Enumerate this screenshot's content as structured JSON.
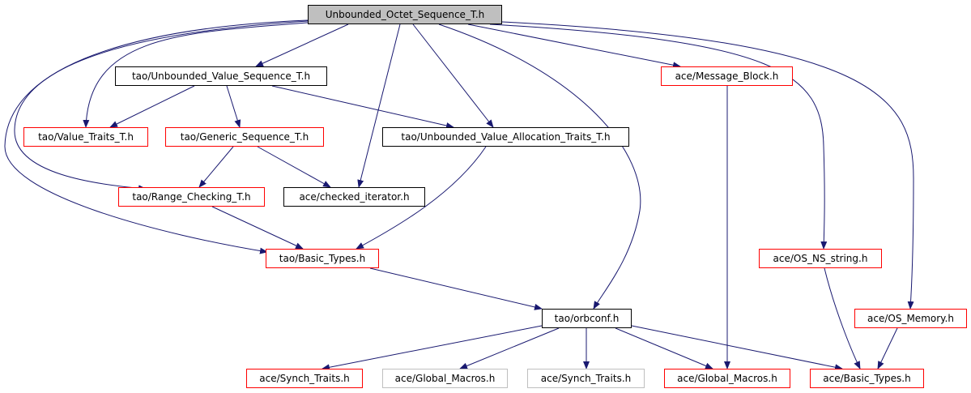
{
  "colors": {
    "edge": "#191970",
    "root_fill": "#bfbfbf",
    "plain_border": "#000000",
    "incomplete_border": "#ff0000",
    "external_border": "#bfbfbf"
  },
  "nodes": [
    {
      "id": "unbounded-octet-sequence",
      "label": "Unbounded_Octet_Sequence_T.h",
      "style": "root"
    },
    {
      "id": "tao-unbounded-value-sequence",
      "label": "tao/Unbounded_Value_Sequence_T.h",
      "style": "plain"
    },
    {
      "id": "ace-message-block",
      "label": "ace/Message_Block.h",
      "style": "red"
    },
    {
      "id": "tao-value-traits",
      "label": "tao/Value_Traits_T.h",
      "style": "red"
    },
    {
      "id": "tao-generic-sequence",
      "label": "tao/Generic_Sequence_T.h",
      "style": "red"
    },
    {
      "id": "tao-unbounded-value-allocation-traits",
      "label": "tao/Unbounded_Value_Allocation_Traits_T.h",
      "style": "plain"
    },
    {
      "id": "tao-range-checking",
      "label": "tao/Range_Checking_T.h",
      "style": "red"
    },
    {
      "id": "ace-checked-iterator",
      "label": "ace/checked_iterator.h",
      "style": "plain"
    },
    {
      "id": "tao-basic-types",
      "label": "tao/Basic_Types.h",
      "style": "red"
    },
    {
      "id": "ace-os-ns-string",
      "label": "ace/OS_NS_string.h",
      "style": "red"
    },
    {
      "id": "ace-os-memory",
      "label": "ace/OS_Memory.h",
      "style": "red"
    },
    {
      "id": "tao-orbconf",
      "label": "tao/orbconf.h",
      "style": "plain"
    },
    {
      "id": "ace-synch-traits-red",
      "label": "ace/Synch_Traits.h",
      "style": "red"
    },
    {
      "id": "ace-global-macros-gray",
      "label": "ace/Global_Macros.h",
      "style": "gray"
    },
    {
      "id": "ace-synch-traits-gray",
      "label": "ace/Synch_Traits.h",
      "style": "gray"
    },
    {
      "id": "ace-global-macros-red",
      "label": "ace/Global_Macros.h",
      "style": "red"
    },
    {
      "id": "ace-basic-types",
      "label": "ace/Basic_Types.h",
      "style": "red"
    }
  ],
  "edges": [
    {
      "from": "unbounded-octet-sequence",
      "to": "tao-unbounded-value-sequence"
    },
    {
      "from": "unbounded-octet-sequence",
      "to": "tao-value-traits"
    },
    {
      "from": "unbounded-octet-sequence",
      "to": "tao-range-checking"
    },
    {
      "from": "unbounded-octet-sequence",
      "to": "tao-basic-types"
    },
    {
      "from": "unbounded-octet-sequence",
      "to": "ace-checked-iterator"
    },
    {
      "from": "unbounded-octet-sequence",
      "to": "tao-unbounded-value-allocation-traits"
    },
    {
      "from": "unbounded-octet-sequence",
      "to": "tao-orbconf"
    },
    {
      "from": "unbounded-octet-sequence",
      "to": "ace-message-block"
    },
    {
      "from": "unbounded-octet-sequence",
      "to": "ace-os-ns-string"
    },
    {
      "from": "unbounded-octet-sequence",
      "to": "ace-os-memory"
    },
    {
      "from": "tao-unbounded-value-sequence",
      "to": "tao-value-traits"
    },
    {
      "from": "tao-unbounded-value-sequence",
      "to": "tao-generic-sequence"
    },
    {
      "from": "tao-unbounded-value-sequence",
      "to": "tao-unbounded-value-allocation-traits"
    },
    {
      "from": "tao-generic-sequence",
      "to": "tao-range-checking"
    },
    {
      "from": "tao-generic-sequence",
      "to": "ace-checked-iterator"
    },
    {
      "from": "tao-unbounded-value-allocation-traits",
      "to": "tao-basic-types"
    },
    {
      "from": "tao-range-checking",
      "to": "tao-basic-types"
    },
    {
      "from": "tao-basic-types",
      "to": "tao-orbconf"
    },
    {
      "from": "ace-message-block",
      "to": "ace-global-macros-red"
    },
    {
      "from": "ace-os-ns-string",
      "to": "ace-basic-types"
    },
    {
      "from": "ace-os-memory",
      "to": "ace-basic-types"
    },
    {
      "from": "tao-orbconf",
      "to": "ace-synch-traits-red"
    },
    {
      "from": "tao-orbconf",
      "to": "ace-global-macros-gray"
    },
    {
      "from": "tao-orbconf",
      "to": "ace-synch-traits-gray"
    },
    {
      "from": "tao-orbconf",
      "to": "ace-global-macros-red"
    },
    {
      "from": "tao-orbconf",
      "to": "ace-basic-types"
    }
  ]
}
